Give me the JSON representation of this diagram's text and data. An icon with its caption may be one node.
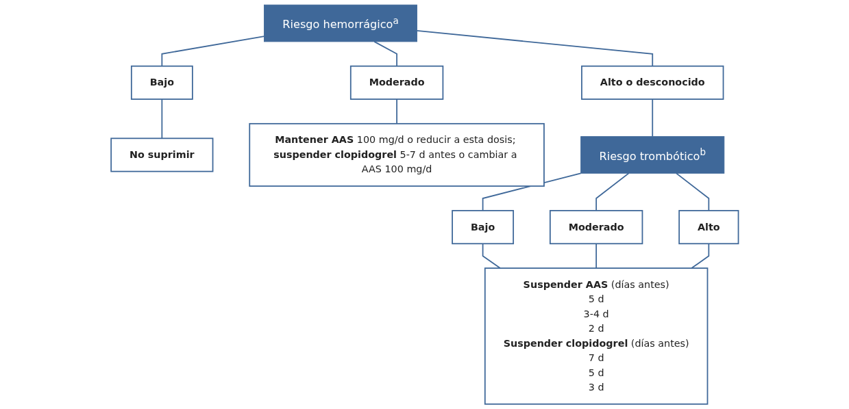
{
  "diagram": {
    "nodes": [
      {
        "text": [
          "Riesgo hemorrágico$^{a}$"
        ]
      },
      {
        "text": [
          "Bajo"
        ]
      },
      {
        "text": [
          "Moderado"
        ]
      },
      {
        "text": [
          "Alto o desconocido"
        ]
      },
      {
        "text": [
          "No suprimir"
        ]
      },
      {
        "text": [
          "**Mantener AAS** 100 mg/d o reducir a esta dosis; **suspender clopidogrel** 5-7 d antes o cambiar a AAS 100 mg/d"
        ]
      },
      {
        "text": [
          "Riesgo trombótico$^{b}$"
        ]
      },
      {
        "text": [
          "Bajo"
        ]
      },
      {
        "text": [
          "Moderado"
        ]
      },
      {
        "text": [
          "Alto"
        ]
      },
      {
        "text": [
          "**Suspender AAS** (días antes)",
          "5 d",
          "3-4 d",
          "2 d",
          "**Suspender clopidogrel** (días antes)",
          "7 d",
          "5 d",
          "3 d"
        ]
      }
    ],
    "edges": [
      {
        "from": 0,
        "to": 1,
        "arrow": "none"
      },
      {
        "from": 0,
        "to": 2,
        "arrow": "none"
      },
      {
        "from": 0,
        "to": 3,
        "arrow": "none"
      },
      {
        "from": 1,
        "to": 4,
        "arrow": "none"
      },
      {
        "from": 2,
        "to": 5,
        "arrow": "none"
      },
      {
        "from": 3,
        "to": 6,
        "arrow": "none"
      },
      {
        "from": 6,
        "to": 7,
        "arrow": "none"
      },
      {
        "from": 6,
        "to": 8,
        "arrow": "none"
      },
      {
        "from": 6,
        "to": 9,
        "arrow": "none"
      },
      {
        "from": 7,
        "to": 10,
        "arrow": "none"
      },
      {
        "from": 8,
        "to": 10,
        "arrow": "none"
      },
      {
        "from": 9,
        "to": 10,
        "arrow": "none"
      }
    ]
  }
}
